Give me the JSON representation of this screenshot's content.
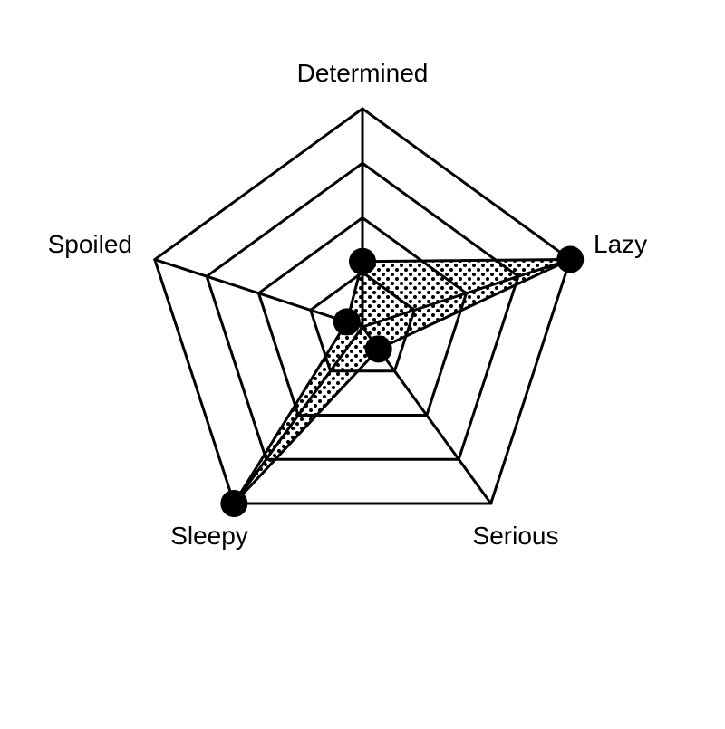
{
  "chart_data": {
    "type": "radar",
    "axes": [
      "Determined",
      "Lazy",
      "Serious",
      "Sleepy",
      "Spoiled"
    ],
    "levels": 4,
    "range": [
      0,
      4
    ],
    "series": [
      {
        "values": [
          1.2,
          4,
          0.5,
          4,
          0.3
        ]
      }
    ],
    "colors": {
      "stroke": "#000000",
      "fill_pattern": "dots",
      "background": "#ffffff"
    }
  }
}
